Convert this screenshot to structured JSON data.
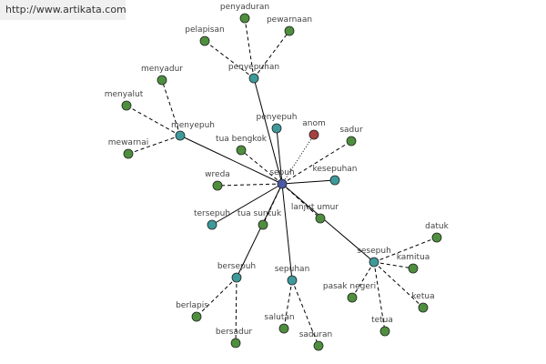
{
  "banner": {
    "url": "http://www.artikata.com"
  },
  "colors": {
    "center": "#4a5aa8",
    "hub": "#3e9a9a",
    "leaf": "#4e8f3e",
    "antonym": "#a84040",
    "edge": "#000000"
  },
  "nodes": [
    {
      "id": "sepuh",
      "label": "sepuh",
      "kind": "center"
    },
    {
      "id": "penyepuhan",
      "label": "penyepuhan",
      "kind": "hub"
    },
    {
      "id": "menyepuh",
      "label": "menyepuh",
      "kind": "hub"
    },
    {
      "id": "penyepuh",
      "label": "penyepuh",
      "kind": "hub"
    },
    {
      "id": "kesepuhan",
      "label": "kesepuhan",
      "kind": "hub"
    },
    {
      "id": "tersepuh",
      "label": "tersepuh",
      "kind": "hub"
    },
    {
      "id": "bersepuh",
      "label": "bersepuh",
      "kind": "hub"
    },
    {
      "id": "sepuhan",
      "label": "sepuhan",
      "kind": "hub"
    },
    {
      "id": "sesepuh",
      "label": "sesepuh",
      "kind": "hub"
    },
    {
      "id": "anom",
      "label": "anom",
      "kind": "antonym"
    },
    {
      "id": "penyaduran",
      "label": "penyaduran",
      "kind": "leaf"
    },
    {
      "id": "pelapisan",
      "label": "pelapisan",
      "kind": "leaf"
    },
    {
      "id": "pewarnaan",
      "label": "pewarnaan",
      "kind": "leaf"
    },
    {
      "id": "menyadur",
      "label": "menyadur",
      "kind": "leaf"
    },
    {
      "id": "menyalut",
      "label": "menyalut",
      "kind": "leaf"
    },
    {
      "id": "mewarnai",
      "label": "mewarnai",
      "kind": "leaf"
    },
    {
      "id": "tua-bengkok",
      "label": "tua bengkok",
      "kind": "leaf"
    },
    {
      "id": "sadur",
      "label": "sadur",
      "kind": "leaf"
    },
    {
      "id": "wreda",
      "label": "wreda",
      "kind": "leaf"
    },
    {
      "id": "tua-suntuk",
      "label": "tua suntuk",
      "kind": "leaf"
    },
    {
      "id": "lanjut-umur",
      "label": "lanjut umur",
      "kind": "leaf"
    },
    {
      "id": "datuk",
      "label": "datuk",
      "kind": "leaf"
    },
    {
      "id": "kamitua",
      "label": "kamitua",
      "kind": "leaf"
    },
    {
      "id": "ketua",
      "label": "ketua",
      "kind": "leaf"
    },
    {
      "id": "tetua",
      "label": "tetua",
      "kind": "leaf"
    },
    {
      "id": "pasak-negeri",
      "label": "pasak negeri",
      "kind": "leaf"
    },
    {
      "id": "berlapis",
      "label": "berlapis",
      "kind": "leaf"
    },
    {
      "id": "bersadur",
      "label": "bersadur",
      "kind": "leaf"
    },
    {
      "id": "salutan",
      "label": "salutan",
      "kind": "leaf"
    },
    {
      "id": "saduran",
      "label": "saduran",
      "kind": "leaf"
    }
  ],
  "edges": [
    {
      "from": "sepuh",
      "to": "penyepuhan",
      "style": "solid"
    },
    {
      "from": "sepuh",
      "to": "menyepuh",
      "style": "solid"
    },
    {
      "from": "sepuh",
      "to": "penyepuh",
      "style": "solid"
    },
    {
      "from": "sepuh",
      "to": "kesepuhan",
      "style": "solid"
    },
    {
      "from": "sepuh",
      "to": "tersepuh",
      "style": "solid"
    },
    {
      "from": "sepuh",
      "to": "bersepuh",
      "style": "solid"
    },
    {
      "from": "sepuh",
      "to": "sepuhan",
      "style": "solid"
    },
    {
      "from": "sepuh",
      "to": "sesepuh",
      "style": "solid"
    },
    {
      "from": "sepuh",
      "to": "anom",
      "style": "dotted"
    },
    {
      "from": "sepuh",
      "to": "tua-bengkok",
      "style": "dashed"
    },
    {
      "from": "sepuh",
      "to": "sadur",
      "style": "dashed"
    },
    {
      "from": "sepuh",
      "to": "wreda",
      "style": "dashed"
    },
    {
      "from": "sepuh",
      "to": "tua-suntuk",
      "style": "dashed"
    },
    {
      "from": "sepuh",
      "to": "lanjut-umur",
      "style": "dashed"
    },
    {
      "from": "penyepuhan",
      "to": "penyaduran",
      "style": "dashed"
    },
    {
      "from": "penyepuhan",
      "to": "pelapisan",
      "style": "dashed"
    },
    {
      "from": "penyepuhan",
      "to": "pewarnaan",
      "style": "dashed"
    },
    {
      "from": "menyepuh",
      "to": "menyadur",
      "style": "dashed"
    },
    {
      "from": "menyepuh",
      "to": "menyalut",
      "style": "dashed"
    },
    {
      "from": "menyepuh",
      "to": "mewarnai",
      "style": "dashed"
    },
    {
      "from": "sesepuh",
      "to": "datuk",
      "style": "dashed"
    },
    {
      "from": "sesepuh",
      "to": "kamitua",
      "style": "dashed"
    },
    {
      "from": "sesepuh",
      "to": "ketua",
      "style": "dashed"
    },
    {
      "from": "sesepuh",
      "to": "tetua",
      "style": "dashed"
    },
    {
      "from": "sesepuh",
      "to": "pasak-negeri",
      "style": "dashed"
    },
    {
      "from": "bersepuh",
      "to": "berlapis",
      "style": "dashed"
    },
    {
      "from": "bersepuh",
      "to": "bersadur",
      "style": "dashed"
    },
    {
      "from": "sepuhan",
      "to": "salutan",
      "style": "dashed"
    },
    {
      "from": "sepuhan",
      "to": "saduran",
      "style": "dashed"
    }
  ]
}
